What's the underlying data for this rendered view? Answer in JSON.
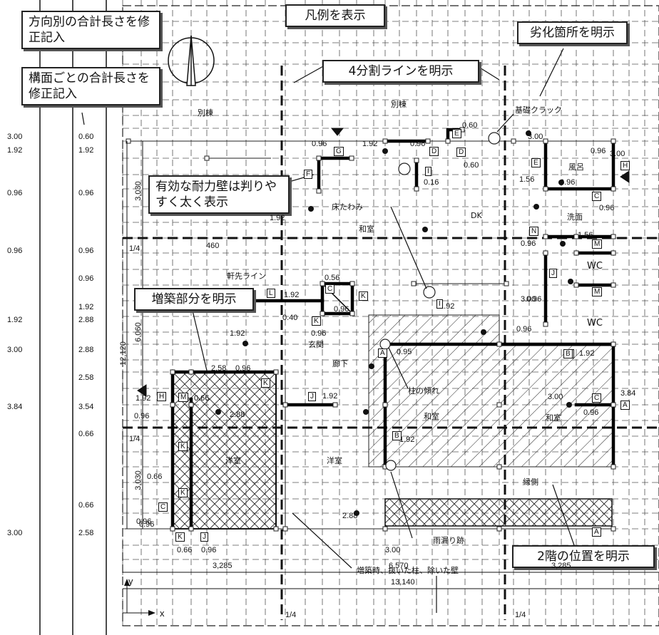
{
  "callouts": {
    "direction_total": "方向別の合計長さを修正記入",
    "plane_total": "構面ごとの合計長さを修正記入",
    "legend": "凡例を表示",
    "deterioration": "劣化箇所を明示",
    "quarter_lines": "4分割ラインを明示",
    "walls": "有効な耐力壁は判りやすく太く表示",
    "addition": "増築部分を明示",
    "second_floor": "2階の位置を明示"
  },
  "left_columns": {
    "col1": [
      "3.00",
      "1.92",
      "0.96",
      "0.96",
      "1.92",
      "3.00",
      "3.84",
      "3.00"
    ],
    "col2": [
      "0.60",
      "1.92",
      "0.96",
      "0.96",
      "0.96",
      "1.92",
      "2.88",
      "2.88",
      "2.58",
      "3.54",
      "0.66",
      "0.66",
      "2.58"
    ]
  },
  "plan_labels": {
    "annex_left": "別棟",
    "annex_right": "別棟",
    "foundation_crack": "基礎クラック",
    "floor_sag": "床たわみ",
    "washitsu1": "和室",
    "washitsu2": "和室",
    "washitsu3": "和室",
    "dk": "DK",
    "bath": "風呂",
    "washroom": "洗面",
    "wc1": "WC",
    "wc2": "WC",
    "eave_line": "軒先ライン",
    "entrance": "玄関",
    "hallway": "廊下",
    "western_room1": "洋室",
    "western_room2": "洋室",
    "veranda": "縁側",
    "pillar_tilt": "柱の傾れ",
    "leak_trace": "雨漏り跡",
    "extension_note": "増築時、抜いた柱、除いた壁",
    "quarter_mark": "1/4",
    "dim_3285_left": "3,285",
    "dim_6570": "6,570",
    "dim_3285_right": "3,285",
    "dim_13140": "13,140",
    "dim_12120": "12,120",
    "dim_3030_top": "3,030",
    "dim_6060": "6,060",
    "dim_3030_bottom": "3,030",
    "dim_460": "460",
    "axis_y": "y",
    "axis_x": "x"
  },
  "wall_values": [
    "0.96",
    "1.92",
    "0.96",
    "0.60",
    "0.60",
    "0.16",
    "3.00",
    "1.56",
    "0.96",
    "0.96",
    "0.96",
    "1.56",
    "0.96",
    "0.56",
    "1.92",
    "0.40",
    "0.96",
    "1.92",
    "0.96",
    "1.92",
    "3.00",
    "0.95",
    "1.92",
    "3.00",
    "3.84",
    "0.96",
    "1.92",
    "2.58",
    "0.96",
    "0.66",
    "2.88",
    "1.92",
    "0.96",
    "0.66",
    "0.96",
    "0.66",
    "0.96",
    "2.88",
    "3.00",
    "1.92",
    "1.92",
    "0.96",
    "0.96",
    "3.00",
    "0.96"
  ],
  "wall_tags": [
    "G",
    "D",
    "E",
    "D",
    "I",
    "F",
    "E",
    "H",
    "C",
    "N",
    "M",
    "J",
    "M",
    "K",
    "L",
    "C",
    "K",
    "K",
    "I",
    "A",
    "B",
    "J",
    "B",
    "C",
    "H",
    "M",
    "K",
    "K",
    "K",
    "C",
    "K",
    "J",
    "B",
    "A",
    "A"
  ],
  "colors": {
    "line": "#111111",
    "grid": "#555555",
    "shadow": "#555555"
  }
}
